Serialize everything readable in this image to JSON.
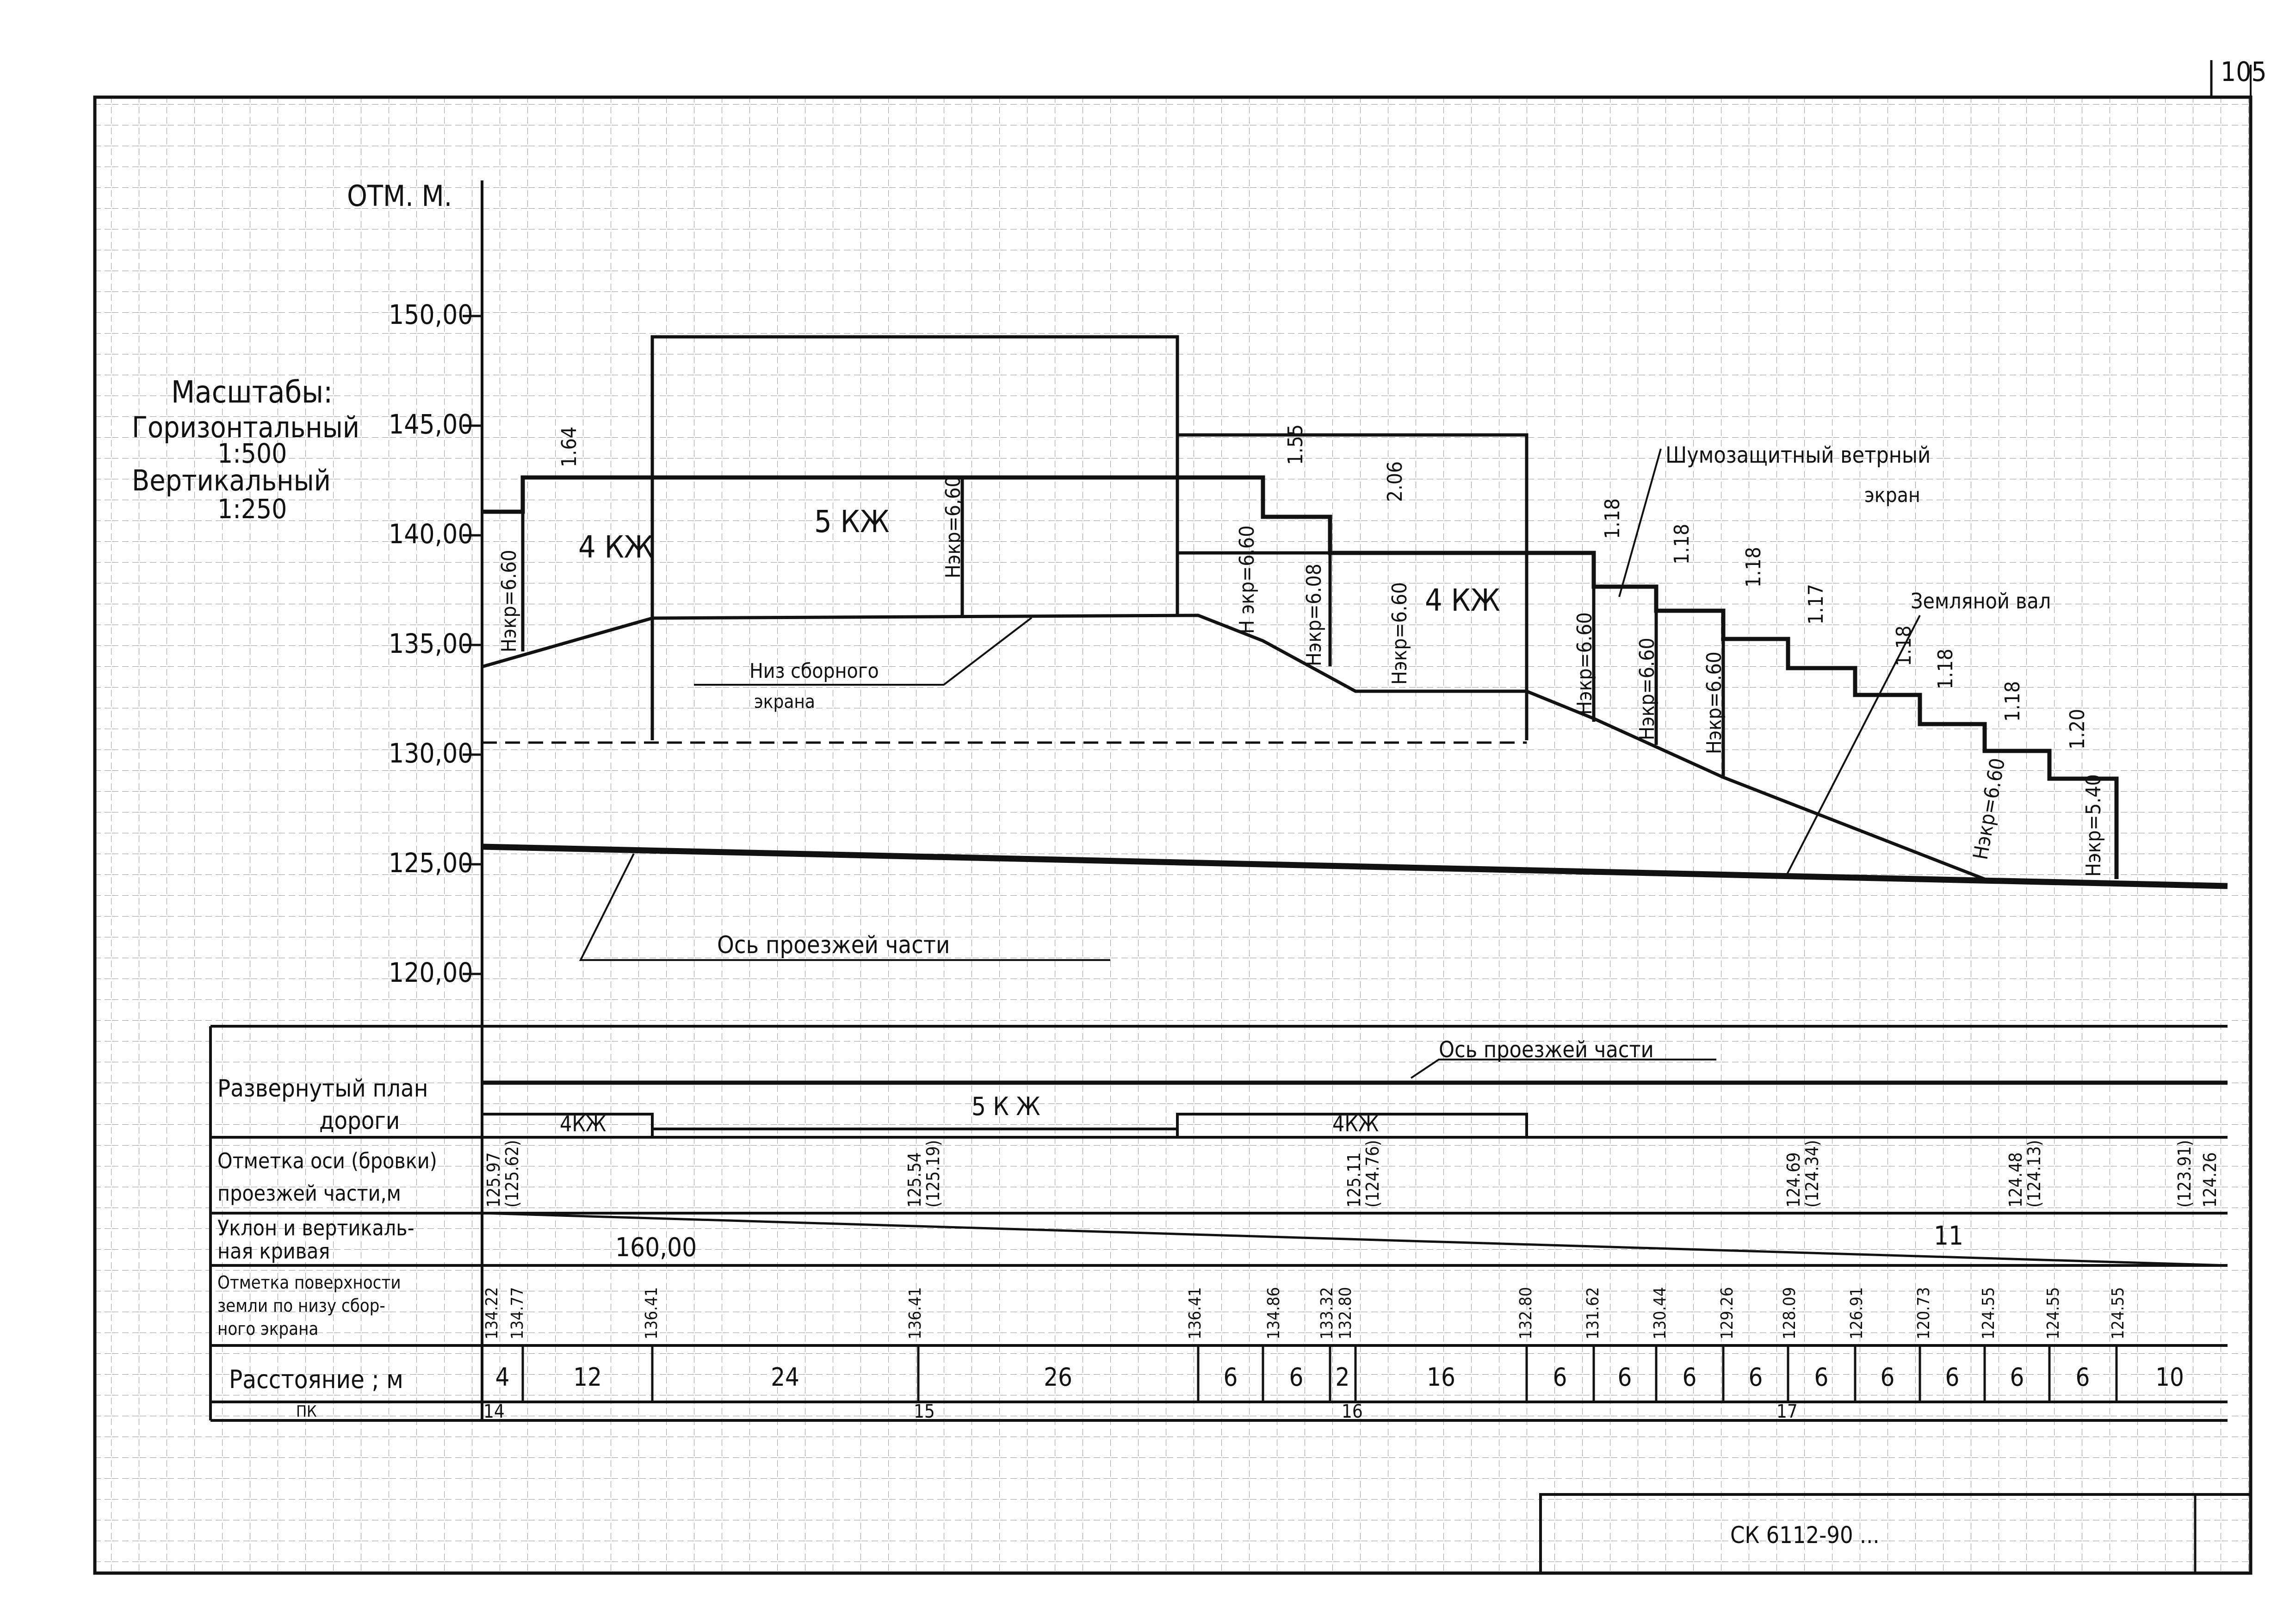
{
  "sheet": {
    "page_number": "105",
    "stamp_code": "СК 6112-90 ...",
    "axis_title": "ОТМ. М.",
    "elevation_ticks": [
      "150,00",
      "145,00",
      "140,00",
      "135,00",
      "130,00",
      "125,00",
      "120,00"
    ],
    "scales": {
      "title": "Масштабы:",
      "horizontal_label": "Горизонтальный",
      "horizontal_value": "1:500",
      "vertical_label": "Вертикальный",
      "vertical_value": "1:250"
    }
  },
  "profile_labels": {
    "heights": [
      "Нэкр=6.60",
      "Нэкр=6,60",
      "Н экр=6.60",
      "Нэкр=6.08",
      "Нэкр=6.60",
      "Нэкр=6.60",
      "Нэкр=6.60",
      "Нэкр=6.60",
      "Нэкр=6.60",
      "Нэкр=5.40"
    ],
    "steps": [
      "1.64",
      "1.55",
      "2.06",
      "1.18",
      "1.18",
      "1.18",
      "1.17",
      "1.18",
      "1.18",
      "1.18",
      "1.20"
    ],
    "blocks": [
      "4 КЖ",
      "5 КЖ",
      "4 КЖ"
    ],
    "bottom_of_screen": [
      "Низ сборного",
      "экрана"
    ],
    "road_axis": "Ось  проезжей  части",
    "noise_screen": [
      "Шумозащитный  ветрный",
      "экран"
    ],
    "earth_bank": "Земляной  вал"
  },
  "table": {
    "rows": {
      "plan": [
        "Развернутый  план",
        "дороги"
      ],
      "axis_elev": [
        "Отметка  оси (бровки)",
        "проезжей  части,м"
      ],
      "slope": [
        "Уклон  и  вертикаль-",
        "ная  кривая"
      ],
      "ground": [
        "Отметка  поверхности",
        "земли  по  низу  сбор-",
        "ного  экрана"
      ],
      "distance": "Расстояние ; м",
      "pk": "ПК"
    },
    "plan_axis_label": "Ось  проезжей  части",
    "plan_blocks": [
      "4КЖ",
      "5 К Ж",
      "4КЖ"
    ],
    "axis_elevations": [
      [
        "125.97",
        "(125.62)"
      ],
      [
        "125.54",
        "(125.19)"
      ],
      [
        "125.11",
        "(124.76)"
      ],
      [
        "124.69",
        "(124.34)"
      ],
      [
        "124.48",
        "(124.13)"
      ],
      [
        "(123.91)",
        "124.26"
      ]
    ],
    "slope_left": "160,00",
    "slope_right": "11",
    "ground_elevations": [
      "134.22",
      "134.77",
      "136.41",
      "136.41",
      "136.41",
      "134.86",
      "133.32",
      "132.80",
      "132.80",
      "131.62",
      "130.44",
      "129.26",
      "128.09",
      "126.91",
      "120.73",
      "124.55",
      "124.55",
      "124.55"
    ],
    "distances": [
      "4",
      "12",
      "24",
      "26",
      "6",
      "6",
      "2",
      "16",
      "6",
      "6",
      "6",
      "6",
      "6",
      "6",
      "6",
      "6",
      "6",
      "10"
    ],
    "pickets": [
      "14",
      "15",
      "16",
      "17"
    ]
  }
}
